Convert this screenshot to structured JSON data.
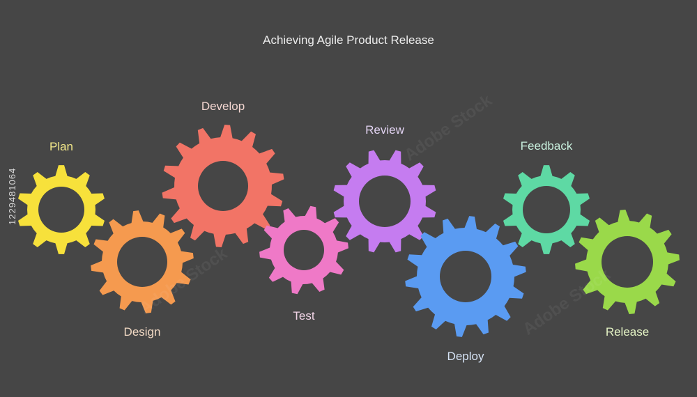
{
  "title": "Achieving Agile Product Release",
  "stock_id": "1229481064",
  "watermark_text": "Adobe Stock",
  "steps": [
    {
      "label": "Plan",
      "color": "#f7e13b",
      "label_color": "#f3e88a"
    },
    {
      "label": "Design",
      "color": "#f59a4f",
      "label_color": "#f1d9c4"
    },
    {
      "label": "Develop",
      "color": "#f27466",
      "label_color": "#f3d6d1"
    },
    {
      "label": "Test",
      "color": "#ef79c7",
      "label_color": "#f1d4e6"
    },
    {
      "label": "Review",
      "color": "#c57cf0",
      "label_color": "#e2d3f2"
    },
    {
      "label": "Deploy",
      "color": "#5a9bf2",
      "label_color": "#d6e3f5"
    },
    {
      "label": "Feedback",
      "color": "#5ed9a4",
      "label_color": "#c9f0de"
    },
    {
      "label": "Release",
      "color": "#9ad94a",
      "label_color": "#e3f2c4"
    }
  ]
}
